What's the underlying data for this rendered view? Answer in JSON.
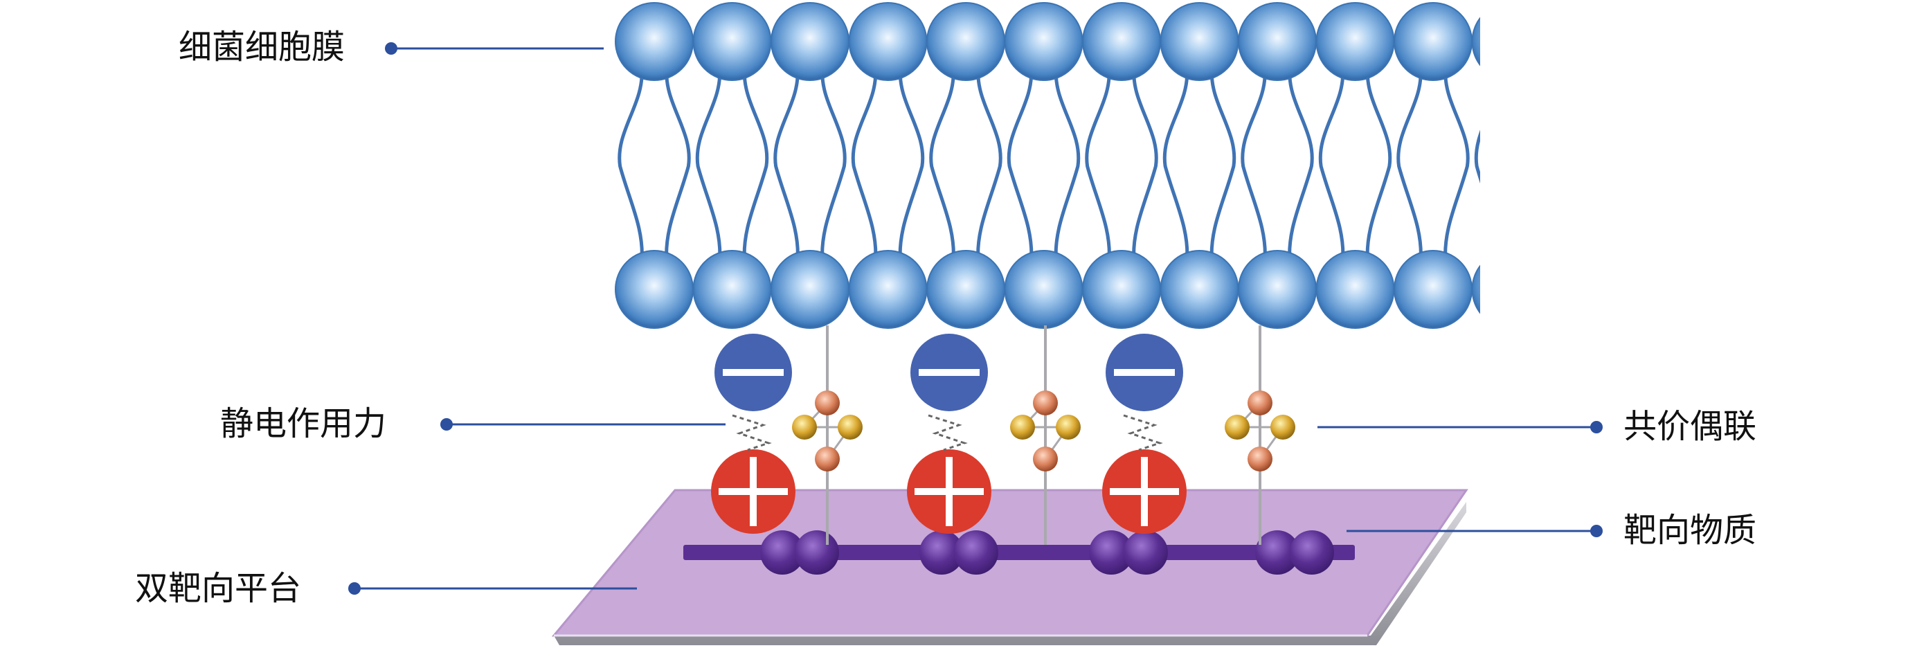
{
  "labels": {
    "membrane": "细菌细胞膜",
    "electrostatic": "静电作用力",
    "covalent": "共价偶联",
    "target_substance": "靶向物质",
    "platform": "双靶向平台"
  },
  "charges": {
    "negative": "−",
    "positive": "+"
  },
  "colors": {
    "head": "#6aa3d6",
    "tail": "#3f73b4",
    "leader": "#2c4f9e",
    "negative": "#4563b0",
    "positive": "#db3b2c",
    "platform": "#c8a9d8",
    "anchor": "#5a2f93",
    "bead_copper": "#d9805a",
    "bead_gold": "#d8a52c"
  },
  "icons": [
    "lipid-head-icon",
    "negative-charge-icon",
    "positive-charge-icon",
    "linker-bead-icon",
    "anchor-bead-icon"
  ]
}
